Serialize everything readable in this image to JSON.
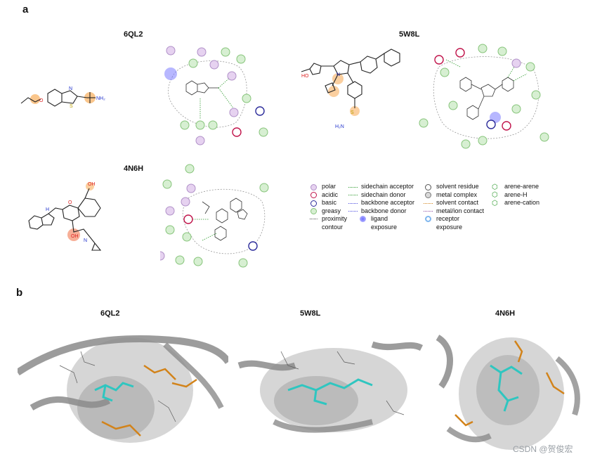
{
  "panels": {
    "a_label": "a",
    "b_label": "b"
  },
  "panel_a": {
    "titles": [
      "6QL2",
      "5W8L",
      "4N6H"
    ],
    "legend": [
      {
        "label": "polar",
        "icon": "polar-residue-circle"
      },
      {
        "label": "acidic",
        "icon": "acidic-residue-circle"
      },
      {
        "label": "basic",
        "icon": "basic-residue-circle"
      },
      {
        "label": "greasy",
        "icon": "greasy-residue-circle"
      },
      {
        "label": "proximity contour",
        "icon": "proximity-contour-line"
      },
      {
        "label": "sidechain acceptor",
        "icon": "sidechain-acceptor-arrow"
      },
      {
        "label": "sidechain donor",
        "icon": "sidechain-donor-arrow"
      },
      {
        "label": "backbone acceptor",
        "icon": "backbone-acceptor-arrow"
      },
      {
        "label": "backbone donor",
        "icon": "backbone-donor-arrow"
      },
      {
        "label": "ligand exposure",
        "icon": "ligand-exposure-blob"
      },
      {
        "label": "solvent residue",
        "icon": "solvent-residue-circle"
      },
      {
        "label": "metal complex",
        "icon": "metal-complex-circle"
      },
      {
        "label": "solvent contact",
        "icon": "solvent-contact-line"
      },
      {
        "label": "metal/ion contact",
        "icon": "metal-ion-contact-line"
      },
      {
        "label": "receptor exposure",
        "icon": "receptor-exposure-circle"
      },
      {
        "label": "arene-arene",
        "icon": "arene-arene-symbol"
      },
      {
        "label": "arene-H",
        "icon": "arene-h-symbol"
      },
      {
        "label": "arene-cation",
        "icon": "arene-cation-symbol"
      }
    ],
    "legend_lines": {
      "proximity": [
        "proximity",
        "contour"
      ],
      "ligand": [
        "ligand",
        "exposure"
      ],
      "receptor": [
        "receptor",
        "exposure"
      ]
    },
    "atoms": {
      "s": "S",
      "n": "N",
      "o": "O",
      "nh2": "NH",
      "h": "H",
      "oh": "OH",
      "nh": "NH"
    }
  },
  "panel_b": {
    "titles": [
      "6QL2",
      "5W8L",
      "4N6H"
    ]
  },
  "watermark": "CSDN @贺俊宏",
  "colors": {
    "polar": "#d8b4e8",
    "acidic": "#c0134a",
    "basic": "#2b2b9a",
    "greasy": "#a9dba0",
    "exposure": "#6f6fff",
    "sidechain": "#2e9a2e",
    "backbone": "#4a4ae0",
    "surface": "#9e9e9e",
    "ligand": "#2fc6c0",
    "residue": "#d2831a"
  }
}
